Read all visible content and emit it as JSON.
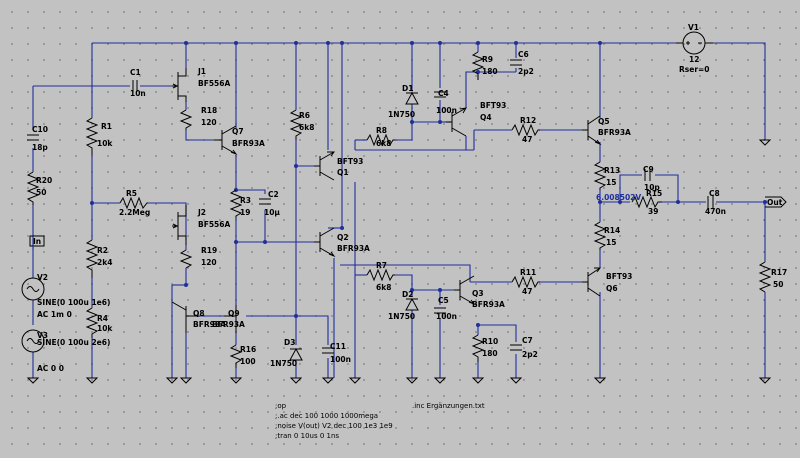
{
  "components": {
    "J1": {
      "name": "J1",
      "model": "BF556A"
    },
    "J2": {
      "name": "J2",
      "model": "BF556A"
    },
    "Q1": {
      "name": "Q1",
      "model": "BFT93"
    },
    "Q2": {
      "name": "Q2",
      "model": "BFR93A"
    },
    "Q3": {
      "name": "Q3",
      "model": "BFR93A"
    },
    "Q4": {
      "name": "Q4",
      "model": "BFT93"
    },
    "Q5": {
      "name": "Q5",
      "model": "BFR93A"
    },
    "Q6": {
      "name": "Q6",
      "model": "BFT93"
    },
    "Q7": {
      "name": "Q7",
      "model": "BFR93A"
    },
    "Q8": {
      "name": "Q8",
      "model": "BFR93A"
    },
    "Q9": {
      "name": "Q9",
      "model": "BFR93A"
    },
    "C1": {
      "name": "C1",
      "value": "10n"
    },
    "C2": {
      "name": "C2",
      "value": "10µ"
    },
    "C4": {
      "name": "C4",
      "value": "100n"
    },
    "C5": {
      "name": "C5",
      "value": "100n"
    },
    "C6": {
      "name": "C6",
      "value": "2p2"
    },
    "C7": {
      "name": "C7",
      "value": "2p2"
    },
    "C8": {
      "name": "C8",
      "value": "470n"
    },
    "C9": {
      "name": "C9",
      "value": "10p"
    },
    "C10": {
      "name": "C10",
      "value": "18p"
    },
    "C11": {
      "name": "C11",
      "value": "100n"
    },
    "R1": {
      "name": "R1",
      "value": "10k"
    },
    "R2": {
      "name": "R2",
      "value": "2k4"
    },
    "R3": {
      "name": "R3",
      "value": "19"
    },
    "R4": {
      "name": "R4",
      "value": "10k"
    },
    "R5": {
      "name": "R5",
      "value": "2.2Meg"
    },
    "R6": {
      "name": "R6",
      "value": "6k8"
    },
    "R7": {
      "name": "R7",
      "value": "6k8"
    },
    "R8": {
      "name": "R8",
      "value": "6k8"
    },
    "R9": {
      "name": "R9",
      "value": "180"
    },
    "R10": {
      "name": "R10",
      "value": "180"
    },
    "R11": {
      "name": "R11",
      "value": "47"
    },
    "R12": {
      "name": "R12",
      "value": "47"
    },
    "R13": {
      "name": "R13",
      "value": "15"
    },
    "R14": {
      "name": "R14",
      "value": "15"
    },
    "R15": {
      "name": "R15",
      "value": "39"
    },
    "R16": {
      "name": "R16",
      "value": "100"
    },
    "R17": {
      "name": "R17",
      "value": "50"
    },
    "R18": {
      "name": "R18",
      "value": "120"
    },
    "R19": {
      "name": "R19",
      "value": "120"
    },
    "R20": {
      "name": "R20",
      "value": "50"
    },
    "D1": {
      "name": "D1",
      "model": "1N750"
    },
    "D2": {
      "name": "D2",
      "model": "1N750"
    },
    "D3": {
      "name": "D3",
      "model": "1N750"
    },
    "V1": {
      "name": "V1",
      "value": "12",
      "extra": "Rser=0"
    },
    "V2": {
      "name": "V2",
      "value": "SINE(0 100u 1e6)",
      "extra": "AC 1m 0"
    },
    "V3": {
      "name": "V3",
      "value": "SINE(0 100u 2e6)",
      "extra": "AC 0 0"
    }
  },
  "ports": {
    "in": "In",
    "out": "Out"
  },
  "node_voltage": "6.008502V",
  "directives": [
    ";op",
    ";.ac dec 100 1000 1000mega",
    ";noise V(out) V2 dec 100 1e3 1e9",
    ";tran 0 10us 0 1ns"
  ],
  "include": ".inc Ergänzungen.txt",
  "colors": {
    "wire": "#1f2f9c",
    "background": "#c2c2c2",
    "component": "#000000"
  }
}
